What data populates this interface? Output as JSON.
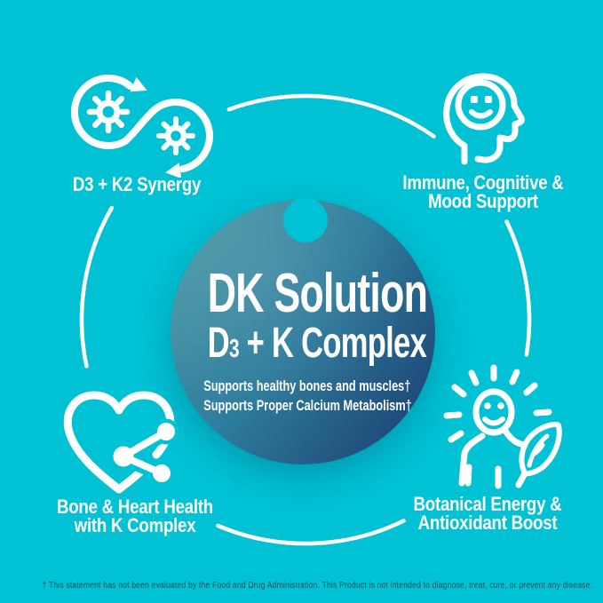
{
  "colors": {
    "background": "#00c2d4",
    "badge_gradient_start": "#4f9ea9",
    "badge_gradient_mid": "#2d7c9c",
    "badge_gradient_end": "#1b3a6e",
    "label_text": "#ffffff",
    "disclaimer_text": "#1d4e57",
    "line_art": "#ffffff"
  },
  "center_badge": {
    "title": "DK Solution",
    "subtitle_prefix": "D",
    "subtitle_sub": "3",
    "subtitle_rest": " + K Complex",
    "benefit_line1": "Supports healthy bones and muscles†",
    "benefit_line2": "Supports Proper Calcium Metabolism†"
  },
  "features": [
    {
      "id": "d3-k2-synergy",
      "icon": "gears-sync-icon",
      "label_lines": [
        "D3 + K2 Synergy",
        ""
      ]
    },
    {
      "id": "immune-cognitive-mood",
      "icon": "head-smile-icon",
      "label_lines": [
        "Immune, Cognitive &",
        "Mood Support"
      ]
    },
    {
      "id": "bone-heart-health",
      "icon": "heart-share-icon",
      "label_lines": [
        "Bone & Heart Health",
        "with K Complex"
      ]
    },
    {
      "id": "botanical-energy",
      "icon": "person-leaf-icon",
      "label_lines": [
        "Botanical Energy &",
        "Antioxidant Boost"
      ]
    }
  ],
  "disclaimer": "† This statement has not been evaluated by the Food and Drug Administration. This Product is not intended to diagnose, treat, cure, or prevent any disease."
}
